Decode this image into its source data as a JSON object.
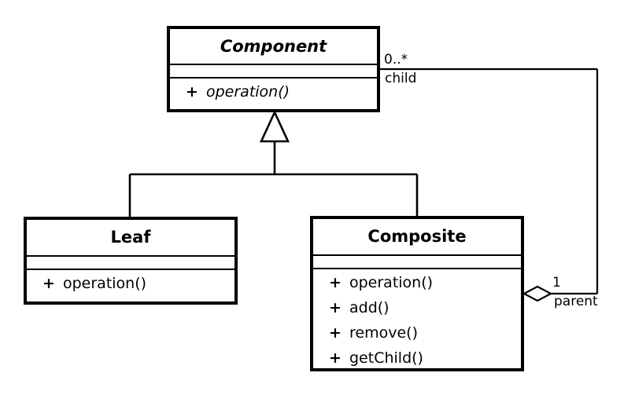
{
  "diagram": {
    "type": "uml-class-diagram",
    "pattern": "Composite",
    "classes": [
      {
        "id": "component",
        "name": "Component",
        "abstract": true,
        "attributes": [],
        "operations": [
          {
            "visibility": "+",
            "signature": "operation()",
            "abstract": true
          }
        ]
      },
      {
        "id": "leaf",
        "name": "Leaf",
        "abstract": false,
        "attributes": [],
        "operations": [
          {
            "visibility": "+",
            "signature": "operation()",
            "abstract": false
          }
        ]
      },
      {
        "id": "composite",
        "name": "Composite",
        "abstract": false,
        "attributes": [],
        "operations": [
          {
            "visibility": "+",
            "signature": "operation()",
            "abstract": false
          },
          {
            "visibility": "+",
            "signature": "add()",
            "abstract": false
          },
          {
            "visibility": "+",
            "signature": "remove()",
            "abstract": false
          },
          {
            "visibility": "+",
            "signature": "getChild()",
            "abstract": false
          }
        ]
      }
    ],
    "relationships": [
      {
        "id": "generalization-leaf",
        "kind": "generalization",
        "from": "Leaf",
        "to": "Component",
        "arrow": "hollow-triangle"
      },
      {
        "id": "generalization-composite",
        "kind": "generalization",
        "from": "Composite",
        "to": "Component",
        "arrow": "hollow-triangle"
      },
      {
        "id": "aggregation-children",
        "kind": "aggregation",
        "from": "Composite",
        "to": "Component",
        "arrow": "hollow-diamond",
        "target_multiplicity": "0..*",
        "target_role": "child",
        "source_multiplicity": "1",
        "source_role": "parent"
      }
    ],
    "labels": {
      "child_multiplicity": "0..*",
      "child_role": "child",
      "parent_multiplicity": "1",
      "parent_role": "parent"
    },
    "colors": {
      "background": "#ffffff",
      "stroke": "#000000",
      "fill": "#ffffff"
    }
  }
}
